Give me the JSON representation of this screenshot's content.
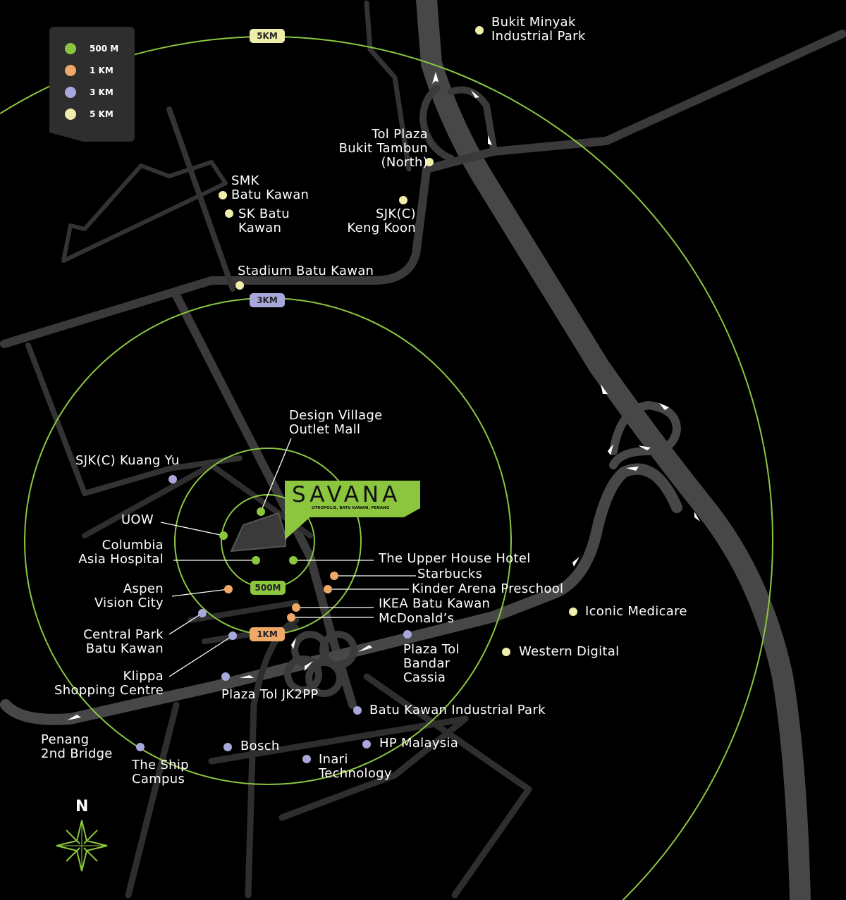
{
  "legend": [
    {
      "label": "500 M",
      "color": "#8cc63f"
    },
    {
      "label": "1 KM",
      "color": "#f0a868"
    },
    {
      "label": "3 KM",
      "color": "#a8a8dc"
    },
    {
      "label": "5 KM",
      "color": "#eeeeaa"
    }
  ],
  "rings": {
    "r5": "5KM",
    "r3": "3KM",
    "r500": "500M",
    "r1": "1KM"
  },
  "ring_color": "#8cc63f",
  "brand": {
    "name": "SAVANA",
    "tagline": "UTROPOLIS, BATU KAWAN, PENANG"
  },
  "compass": {
    "north": "N"
  },
  "poi": {
    "bukit_minyak": "Bukit Minyak\nIndustrial Park",
    "tol_plaza_tambun": "Tol Plaza\nBukit Tambun\n(North)",
    "smk": "SMK\nBatu Kawan",
    "sk": "SK Batu\nKawan",
    "sjkc_keng_koon": "SJK(C)\nKeng Koon",
    "stadium": "Stadium Batu Kawan",
    "iconic": "Iconic Medicare",
    "western_digital": "Western Digital",
    "kuang_yu": "SJK(C) Kuang Yu",
    "central_park": "Central Park\nBatu Kawan",
    "klippa": "Klippa\nShopping Centre",
    "jk2pp": "Plaza Tol JK2PP",
    "bandar_cassia": "Plaza Tol\nBandar\nCassia",
    "bk_industrial": "Batu Kawan Industrial Park",
    "hp": "HP Malaysia",
    "bosch": "Bosch",
    "inari": "Inari\nTechnology",
    "ship": "The Ship\nCampus",
    "bridge": "Penang\n2nd Bridge",
    "aspen": "Aspen\nVision City",
    "starbucks": "Starbucks",
    "kinder": "Kinder Arena Preschool",
    "ikea": "IKEA Batu Kawan",
    "mcd": "McDonald’s",
    "design_village": "Design Village\nOutlet Mall",
    "uow": "UOW",
    "columbia": "Columbia\nAsia Hospital",
    "upper_house": "The Upper House Hotel"
  }
}
